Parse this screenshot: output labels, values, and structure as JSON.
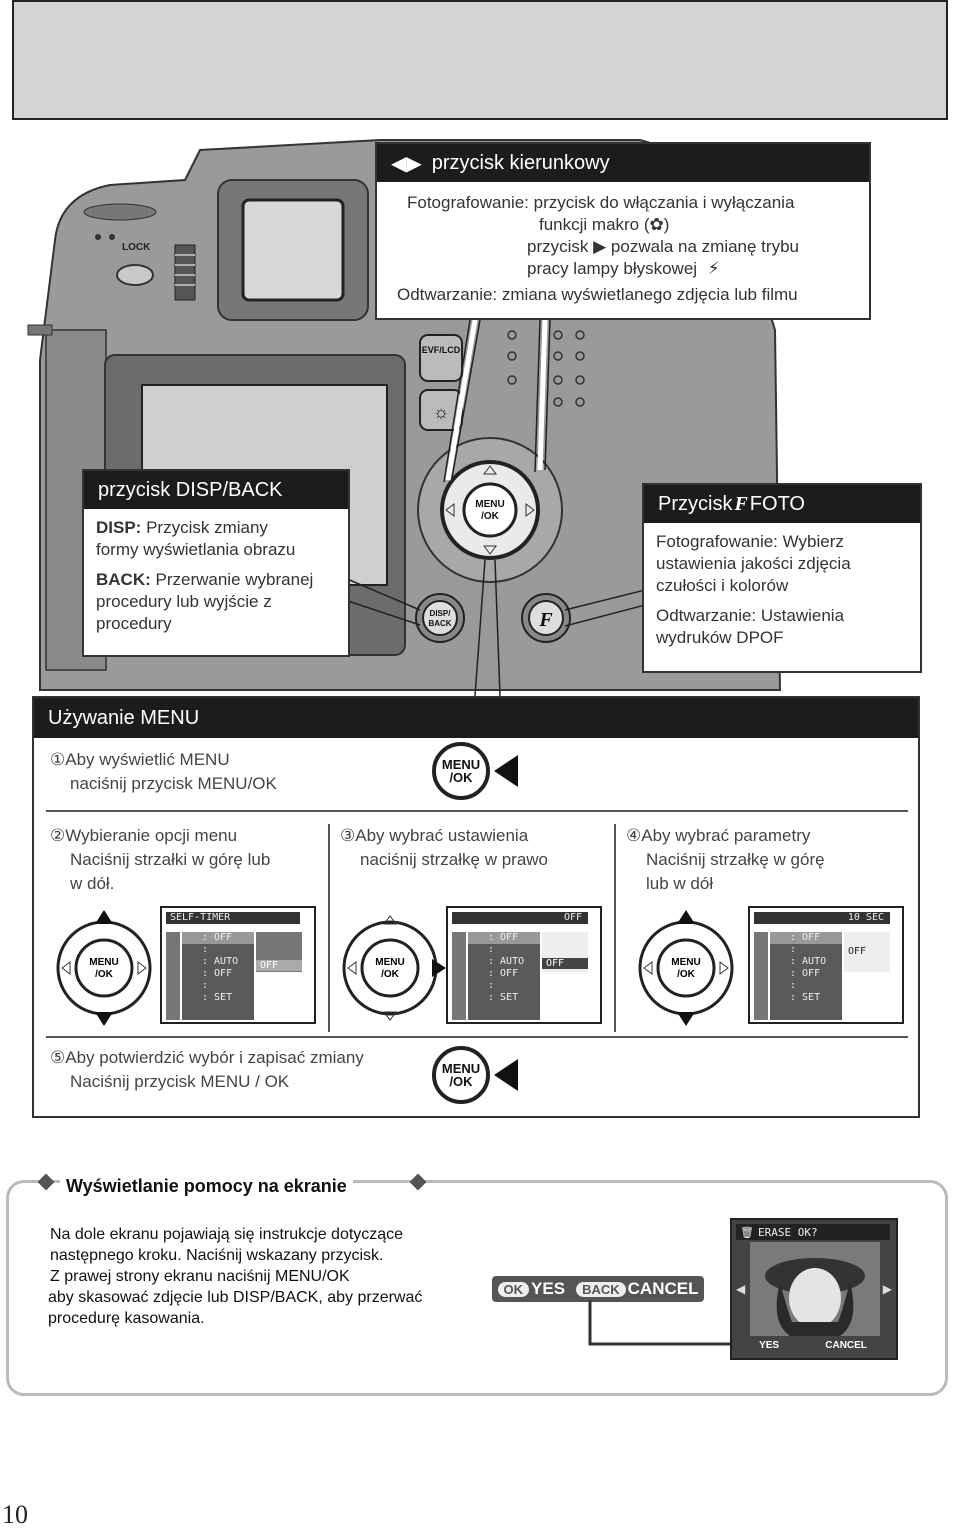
{
  "camera_labels": {
    "lock": "LOCK",
    "evf_lcd": "EVF/LCD",
    "menu_ok_top": "MENU",
    "menu_ok_bottom": "/OK",
    "disp_back_top": "DISP/",
    "disp_back_bottom": "BACK"
  },
  "direction_box": {
    "title_symbols": "◀▶",
    "title": "przycisk kierunkowy",
    "line1": "Fotografowanie: przycisk do włączania i wyłączania",
    "line2": "funkcji makro (",
    "line2_end": ")",
    "line3a": "przycisk ",
    "line3b": " pozwala na zmianę trybu",
    "line4": "pracy lampy błyskowej",
    "line5": "Odtwarzanie: zmiana wyświetlanego zdjęcia lub filmu"
  },
  "disp_box": {
    "title": "przycisk DISP/BACK",
    "disp_label": "DISP:",
    "disp_text1": " Przycisk zmiany",
    "disp_text2": "formy wyświetlania obrazu",
    "back_label": "BACK:",
    "back_text1": " Przerwanie wybranej",
    "back_text2": "procedury lub wyjście z",
    "back_text3": "procedury"
  },
  "foto_box": {
    "title_a": "Przycisk",
    "title_f": "F",
    "title_b": "FOTO",
    "line1": "Fotografowanie: Wybierz",
    "line2": "ustawienia jakości zdjęcia",
    "line3": "czułości  i kolorów",
    "line4": "Odtwarzanie: Ustawienia",
    "line5": "wydruków DPOF"
  },
  "menu_panel": {
    "title": "Używanie MENU",
    "step1_line1": "①Aby wyświetlić MENU",
    "step1_line2": "naciśnij przycisk MENU/OK",
    "step2_line1": "②Wybieranie opcji menu",
    "step2_line2": "Naciśnij strzałki w górę lub",
    "step2_line3": "w dół.",
    "step3_line1": "③Aby wybrać ustawienia",
    "step3_line2": "naciśnij strzałkę w prawo",
    "step4_line1": "④Aby wybrać parametry",
    "step4_line2": "Naciśnij strzałkę w górę",
    "step4_line3": "lub w dół",
    "step5_line1": "⑤Aby potwierdzić wybór i zapisać zmiany",
    "step5_line2": "Naciśnij przycisk MENU / OK",
    "btn_top": "MENU",
    "btn_bottom": "/OK",
    "lcd1": {
      "header": "SELF-TIMER",
      "rows": [
        ": OFF",
        ": ",
        ": AUTO",
        ": OFF",
        ": ",
        ": SET"
      ],
      "sel": "OFF"
    },
    "lcd2": {
      "header": "OFF",
      "rows": [
        ": OFF",
        ": ",
        ": AUTO",
        ": OFF",
        ": ",
        ": SET"
      ],
      "sel": "OFF"
    },
    "lcd3": {
      "header": "10 SEC",
      "rows": [
        ": OFF",
        ": ",
        ": AUTO",
        ": OFF",
        ": ",
        ": SET"
      ],
      "sel": "OFF"
    }
  },
  "help": {
    "title": "Wyświetlanie pomocy na ekranie",
    "line1": "Na dole ekranu pojawiają się instrukcje dotyczące",
    "line2": "następnego kroku. Naciśnij wskazany przycisk.",
    "line3": "Z prawej strony ekranu naciśnij MENU/OK",
    "line4": "aby skasować zdjęcie lub DISP/BACK, aby przerwać",
    "line5": "procedurę kasowania.",
    "ok_pill": "OK",
    "yes": "YES",
    "back_pill": "BACK",
    "cancel": "CANCEL",
    "screen_title": "ERASE  OK?",
    "screen_yes": "YES",
    "screen_cancel": "CANCEL"
  },
  "page_number": "10"
}
